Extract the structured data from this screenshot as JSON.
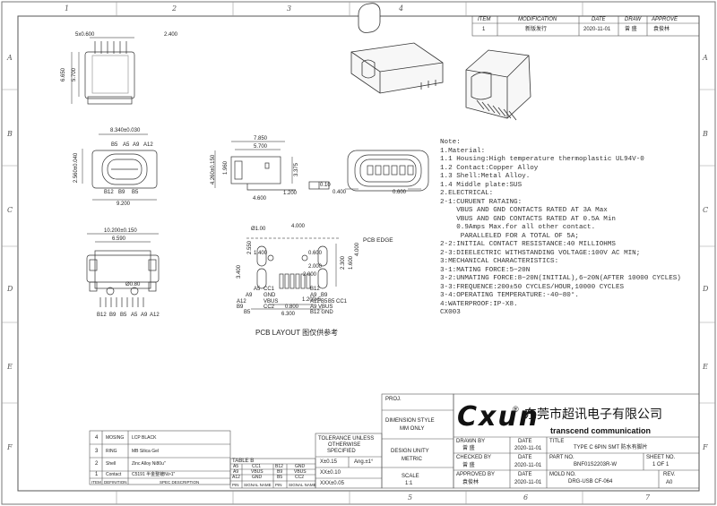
{
  "zones": {
    "top": [
      "1",
      "2",
      "3",
      "4",
      "5",
      "6",
      "7"
    ],
    "side": [
      "A",
      "B",
      "C",
      "D",
      "E",
      "F"
    ]
  },
  "revision": {
    "headers": [
      "ITEM",
      "MODIFICATION",
      "DATE",
      "DRAW",
      "APPROVE"
    ],
    "row": {
      "item": "1",
      "modification": "新版发行",
      "date": "2020-11-01",
      "draw": "曾 盛",
      "approve": "袁俊林"
    }
  },
  "dims": {
    "top_view": [
      "5x0.600",
      "2.400",
      "6.650",
      "5.700"
    ],
    "front_view": [
      "8.340±0.030",
      "2.560±0.040",
      "9.200"
    ],
    "front_pins_top": [
      "B5",
      "A5",
      "A9",
      "A12"
    ],
    "front_pins_bottom": [
      "B12",
      "B9",
      "B5"
    ],
    "side_view": [
      "7.850",
      "5.700",
      "4.260±0.150",
      "1.960",
      "3.375",
      "4.600",
      "1.200"
    ],
    "flatness": "0.10",
    "end_view": [
      "0.400",
      "0.600"
    ],
    "bottom_view": [
      "10.200±0.150",
      "6.590",
      "Ø0.80"
    ],
    "bottom_pins": [
      "B12",
      "B9",
      "B5",
      "A5",
      "A9",
      "A12"
    ],
    "pcb": [
      "Ø1.00",
      "4.000",
      "2.550",
      "1.400",
      "0.600",
      "3.400",
      "2.300",
      "1.600",
      "2.000",
      "2.000",
      "4.000",
      "1.200x5",
      "0.800",
      "6.300"
    ],
    "pcb_labels": [
      "A5",
      "A9",
      "A12",
      "B9",
      "B5",
      "B12",
      "A9",
      "A12",
      "B9",
      "B5",
      "CC1",
      "GND",
      "VBUS",
      "CC2",
      "A9 VBUS",
      "B5 CC1",
      "B12 GND"
    ],
    "pcb_edge": "PCB EDGE",
    "pcb_caption": "PCB LAYOUT 图仅供参考"
  },
  "notes": [
    "Note:",
    "1.Material:",
    "1.1 Housing:High temperature thermoplastic UL94V-0",
    "1.2 Contact:Copper Alloy",
    "1.3 Shell:Metal Alloy.",
    "1.4 Middle plate:SUS",
    "2.ELECTRICAL:",
    "2-1:CURUENT RATAING:",
    "    VBUS AND GND CONTACTS RATED AT 3A Max",
    "    VBUS AND GND CONTACTS RATED AT 0.5A Min",
    "    0.9Amps Max.for all other contact.",
    "     PARALLELED FOR A TOTAL OF 5A;",
    "2-2:INITIAL CONTACT RESISTANCE:40 MILLIOHMS",
    "2-3:DIEELECTRIC WITHSTANDING VOLTAGE:100V AC MIN;",
    "3:MECHANICAL CHARACTERISTICS:",
    "3-1:MATING FORCE:5~20N",
    "3-2:UNMATING FORCE:8~20N(INITIAL),6~20N(AFTER 10000 CYCLES)",
    "3-3:FREQUENCE:200±50 CYCLES/HOUR,10000 CYCLES",
    "3-4:OPERATING TEMPERATURE:-40~80°.",
    "4:WATERPROOF:IP-X8.",
    "CX003"
  ],
  "bom": {
    "rows": [
      {
        "item": "4",
        "def": "MOSING",
        "desc": "LCP BLACK"
      },
      {
        "item": "3",
        "def": "RING",
        "desc": "MB Silica Gel"
      },
      {
        "item": "2",
        "def": "Shell",
        "desc": "Zinc Alloy Ni80u\""
      },
      {
        "item": "1",
        "def": "Contact",
        "desc": "C5191 半金整镀Ni>1\""
      }
    ],
    "header": [
      "ITEM",
      "DEFINITION",
      "SPEC DESCRIPTION"
    ]
  },
  "table_b": {
    "title": "TABLE B",
    "rows": [
      [
        "A5",
        "CC1",
        "B12",
        "GND"
      ],
      [
        "A9",
        "VBUS",
        "B9",
        "VBUS"
      ],
      [
        "A12",
        "GND",
        "B5",
        "CC2"
      ]
    ],
    "header": [
      "PIN",
      "SIGNAL NAME",
      "PIN",
      "SIGNAL NAME"
    ]
  },
  "tolerance": {
    "title": [
      "TOLERANCE UNLESS",
      "OTHERWISE",
      "SPECIFIED"
    ],
    "rows": [
      "X±0.15",
      "Ang.±1°",
      "XX±0.10",
      "XXX±0.05"
    ]
  },
  "units": {
    "dimension_style": "DIMENSION STYLE",
    "mm": "MM ONLY",
    "design_unity": "DESIGN UNITY",
    "metric": "METRIC",
    "scale": "SCALE",
    "scale_val": "1:1"
  },
  "proj": "PROJ.",
  "company": {
    "logo": "Cxun",
    "reg": "®",
    "name_cn": "东莞市超讯电子有限公司",
    "name_en": "transcend communication"
  },
  "title_block": {
    "drawn_by": "DRAWN BY",
    "drawn_name": "曾 盛",
    "checked_by": "CHECKED BY",
    "checked_name": "曾 盛",
    "approved_by": "APPROVED BY",
    "approved_name": "袁俊林",
    "date_label": "DATE",
    "date": "2020-11-01",
    "title_label": "TITLE",
    "title": "TYPE C 6PIN SMT 防水有脚片",
    "part_label": "PART NO.",
    "part": "BNF01S2203R-W",
    "sheet_label": "SHEET NO.",
    "sheet": "1 OF 1",
    "mold_label": "MOLD NO.",
    "mold": "DRG-USB CF-064",
    "rev_label": "REV.",
    "rev": "A0"
  }
}
